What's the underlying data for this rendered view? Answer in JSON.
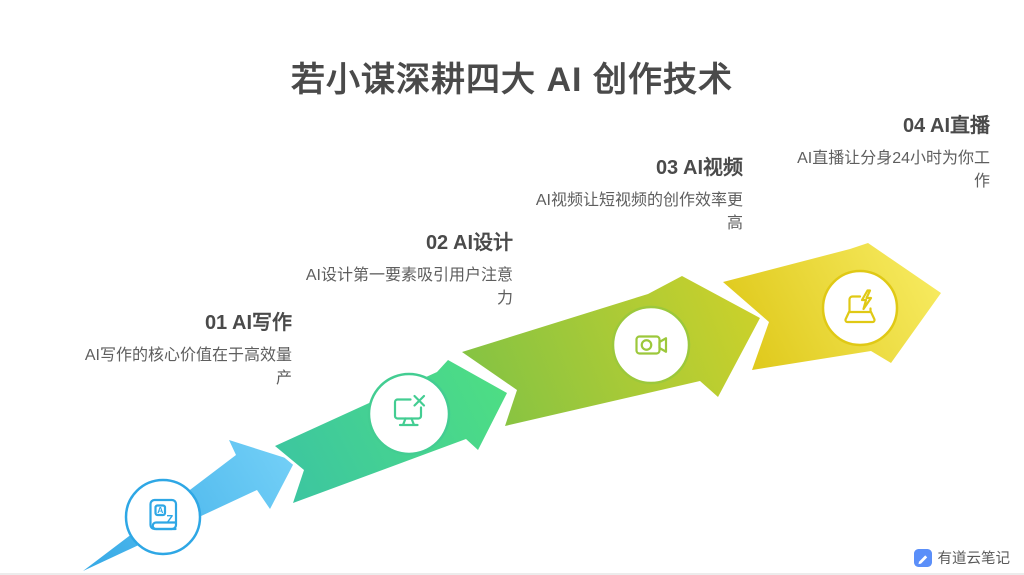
{
  "title": "若小谋深耕四大 AI 创作技术",
  "steps": [
    {
      "heading": "01 AI写作",
      "description": "AI写作的核心价值在于高效量产",
      "icon": "dictionary-book-icon",
      "color": "#2ea7e5",
      "gradient": {
        "from": "#36a9e6",
        "to": "#74d0f7"
      }
    },
    {
      "heading": "02 AI设计",
      "description": "AI设计第一要素吸引用户注意力",
      "icon": "design-monitor-icon",
      "color": "#43cd92",
      "gradient": {
        "from": "#3bc4a2",
        "to": "#4ede83"
      }
    },
    {
      "heading": "03 AI视频",
      "description": "AI视频让短视频的创作效率更高",
      "icon": "video-camera-icon",
      "color": "#9cc83b",
      "gradient": {
        "from": "#7fc245",
        "to": "#cdd12a"
      }
    },
    {
      "heading": "04 AI直播",
      "description": "AI直播让分身24小时为你工作",
      "icon": "laptop-lightning-icon",
      "color": "#e0c915",
      "gradient": {
        "from": "#dcc513",
        "to": "#f8ec63"
      }
    }
  ],
  "icon_letters": {
    "a": "A",
    "z": "Z"
  },
  "watermark": {
    "label": "有道云笔记",
    "icon": "youdao-pencil-icon",
    "icon_color": "#5b8ff9"
  }
}
